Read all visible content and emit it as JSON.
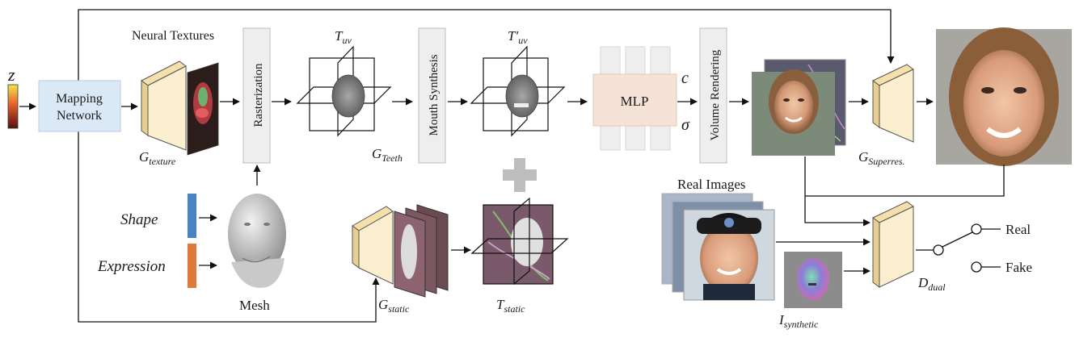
{
  "labels": {
    "z": "z",
    "mapping_network_line1": "Mapping",
    "mapping_network_line2": "Network",
    "neural_textures": "Neural Textures",
    "g_texture": "G",
    "g_texture_sub": "texture",
    "rasterization": "Rasterization",
    "t_uv": "T",
    "t_uv_sub": "uv",
    "g_teeth": "G",
    "g_teeth_sub": "Teeth",
    "mouth_synthesis": "Mouth Synthesis",
    "t_uv_prime": "T′",
    "t_uv_prime_sub": "uv",
    "mlp": "MLP",
    "c": "c",
    "sigma": "σ",
    "volume_rendering": "Volume Rendering",
    "g_superres": "G",
    "g_superres_sub": "Superres.",
    "real_images": "Real Images",
    "shape": "Shape",
    "expression": "Expression",
    "mesh": "Mesh",
    "g_static": "G",
    "g_static_sub": "static",
    "t_static": "T",
    "t_static_sub": "static",
    "i_synthetic": "I",
    "i_synthetic_sub": "synthetic",
    "d_dual": "D",
    "d_dual_sub": "dual",
    "real": "Real",
    "fake": "Fake"
  },
  "colors": {
    "mapping_box": "#dbe8f5",
    "vertical_box": "#eeeeee",
    "mlp_box": "#f6e3d8",
    "trapezoid": "#fbefcf",
    "shape_bar": "#4a82c6",
    "expression_bar": "#e07a3a"
  }
}
